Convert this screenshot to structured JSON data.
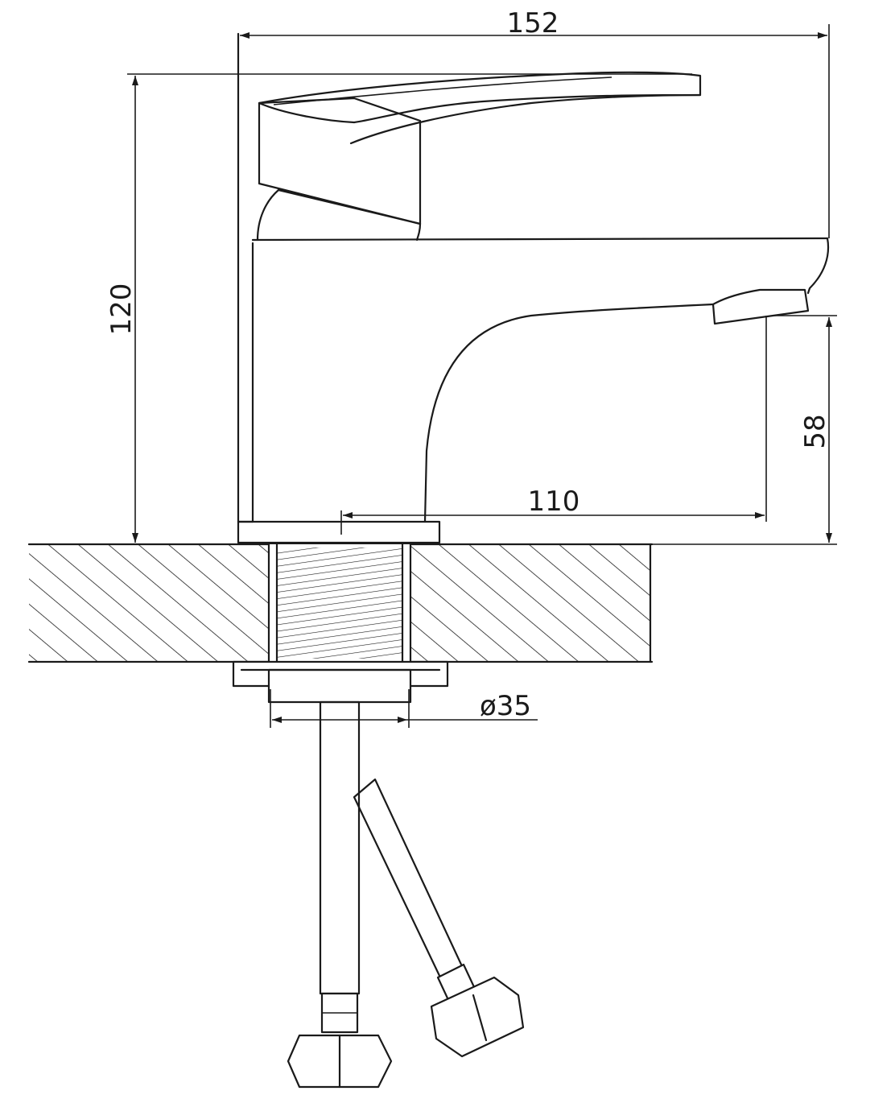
{
  "dimensions": {
    "overall_length": "152",
    "overall_height": "120",
    "spout_height": "58",
    "spout_reach": "110",
    "thread_diameter": "ø35"
  }
}
